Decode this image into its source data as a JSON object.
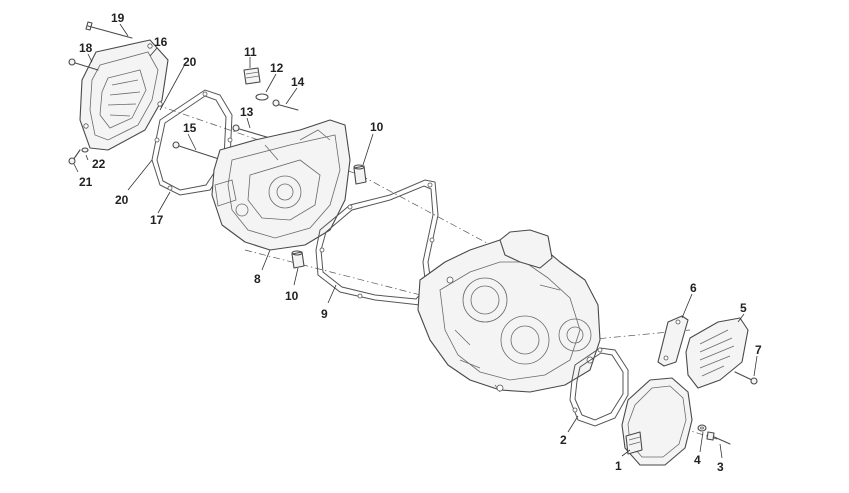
{
  "callouts": [
    {
      "id": "1",
      "label": "1"
    },
    {
      "id": "2",
      "label": "2"
    },
    {
      "id": "3",
      "label": "3"
    },
    {
      "id": "4",
      "label": "4"
    },
    {
      "id": "5",
      "label": "5"
    },
    {
      "id": "6",
      "label": "6"
    },
    {
      "id": "7",
      "label": "7"
    },
    {
      "id": "8",
      "label": "8"
    },
    {
      "id": "9",
      "label": "9"
    },
    {
      "id": "10a",
      "label": "10"
    },
    {
      "id": "10b",
      "label": "10"
    },
    {
      "id": "11",
      "label": "11"
    },
    {
      "id": "12",
      "label": "12"
    },
    {
      "id": "13",
      "label": "13"
    },
    {
      "id": "14",
      "label": "14"
    },
    {
      "id": "15",
      "label": "15"
    },
    {
      "id": "16",
      "label": "16"
    },
    {
      "id": "17",
      "label": "17"
    },
    {
      "id": "18",
      "label": "18"
    },
    {
      "id": "19",
      "label": "19"
    },
    {
      "id": "20a",
      "label": "20"
    },
    {
      "id": "20b",
      "label": "20"
    },
    {
      "id": "21",
      "label": "21"
    },
    {
      "id": "22",
      "label": "22"
    }
  ]
}
